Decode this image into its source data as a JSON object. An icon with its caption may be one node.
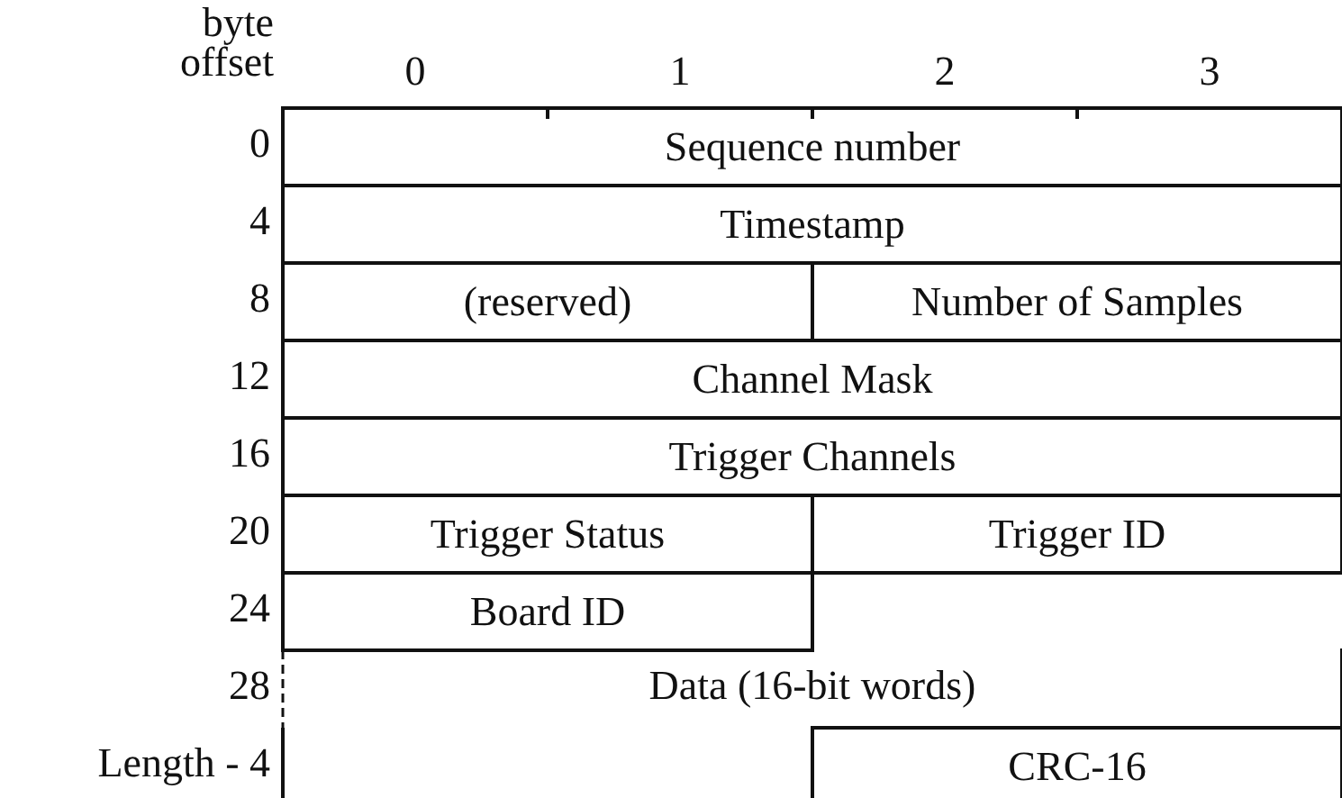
{
  "diagram": {
    "nodes": [
      {
        "text": [
          "Sequence number"
        ]
      },
      {
        "text": [
          "Timestamp"
        ]
      },
      {
        "text": [
          "(reserved)"
        ]
      },
      {
        "text": [
          "Number of Samples"
        ]
      },
      {
        "text": [
          "Channel Mask"
        ]
      },
      {
        "text": [
          "Trigger Channels"
        ]
      },
      {
        "text": [
          "Trigger Status"
        ]
      },
      {
        "text": [
          "Trigger ID"
        ]
      },
      {
        "text": [
          "Board ID"
        ]
      },
      {
        "text": [
          "Data (16-bit words)"
        ]
      },
      {
        "text": [
          "CRC-16"
        ]
      }
    ],
    "labels": [
      "byte offset",
      "0",
      "1",
      "2",
      "3",
      "0",
      "4",
      "8",
      "12",
      "16",
      "20",
      "24",
      "28",
      "Length - 4"
    ]
  }
}
